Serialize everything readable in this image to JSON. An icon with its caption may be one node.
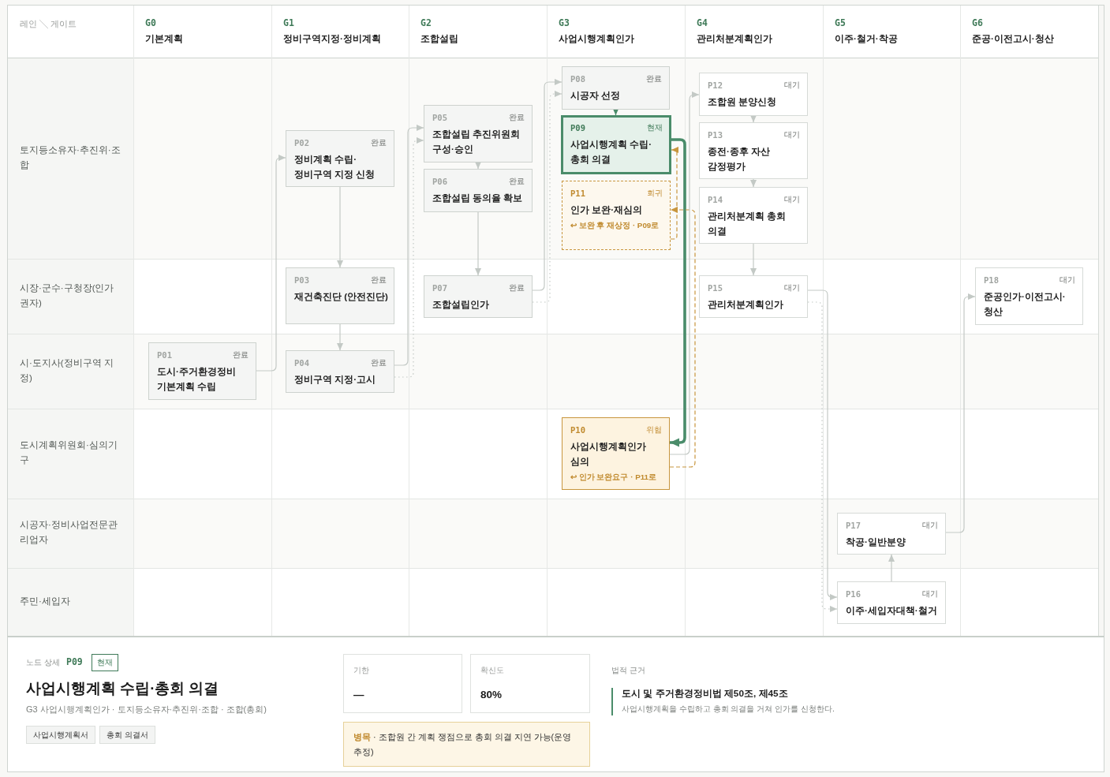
{
  "diagram": {
    "nodes": [
      {
        "text": [
          "P01",
          "완료",
          "도시·주거환경정비 기본계획 수립"
        ]
      },
      {
        "text": [
          "P02",
          "완료",
          "정비계획 수립·정비구역 지정 신청"
        ]
      },
      {
        "text": [
          "P03",
          "완료",
          "재건축진단 (안전진단)"
        ]
      },
      {
        "text": [
          "P04",
          "완료",
          "정비구역 지정·고시"
        ]
      },
      {
        "text": [
          "P05",
          "완료",
          "조합설립 추진위원회 구성·승인"
        ]
      },
      {
        "text": [
          "P06",
          "완료",
          "조합설립 동의율 확보"
        ]
      },
      {
        "text": [
          "P07",
          "완료",
          "조합설립인가"
        ]
      },
      {
        "text": [
          "P08",
          "완료",
          "시공자 선정"
        ]
      },
      {
        "text": [
          "P09",
          "현재",
          "사업시행계획 수립·총회 의결"
        ]
      },
      {
        "text": [
          "P10",
          "위험",
          "사업시행계획인가 심의",
          "↩ 인가 보완요구 · P11로"
        ]
      },
      {
        "text": [
          "P11",
          "회귀",
          "인가 보완·재심의",
          "↩ 보완 후 재상정 · P09로"
        ]
      },
      {
        "text": [
          "P12",
          "대기",
          "조합원 분양신청"
        ]
      },
      {
        "text": [
          "P13",
          "대기",
          "종전·종후 자산 감정평가"
        ]
      },
      {
        "text": [
          "P14",
          "대기",
          "관리처분계획 총회 의결"
        ]
      },
      {
        "text": [
          "P15",
          "대기",
          "관리처분계획인가"
        ]
      },
      {
        "text": [
          "P16",
          "대기",
          "이주·세입자대책·철거"
        ]
      },
      {
        "text": [
          "P17",
          "대기",
          "착공·일반분양"
        ]
      },
      {
        "text": [
          "P18",
          "대기",
          "준공인가·이전고시·청산"
        ]
      }
    ],
    "edges": [
      {
        "from": 0,
        "to": 1,
        "arrow": "to"
      },
      {
        "from": 1,
        "to": 2,
        "arrow": "to"
      },
      {
        "from": 2,
        "to": 3,
        "arrow": "to"
      },
      {
        "from": 3,
        "to": 4,
        "arrow": "to"
      },
      {
        "from": 3,
        "to": 4,
        "arrow": "to",
        "style": "dashed"
      },
      {
        "from": 4,
        "to": 5,
        "arrow": "to"
      },
      {
        "from": 5,
        "to": 6,
        "arrow": "to"
      },
      {
        "from": 6,
        "to": 7,
        "arrow": "to"
      },
      {
        "from": 6,
        "to": 7,
        "arrow": "to",
        "style": "dashed"
      },
      {
        "from": 7,
        "to": 8,
        "arrow": "to",
        "color": "#4a8c6a"
      },
      {
        "from": 8,
        "to": 9,
        "arrow": "to",
        "style": "thick",
        "color": "#4a8c6a"
      },
      {
        "from": 9,
        "to": 10,
        "arrow": "to",
        "style": "dashed",
        "color": "#c8963e"
      },
      {
        "from": 10,
        "to": 8,
        "arrow": "to",
        "style": "dashed",
        "color": "#c8963e"
      },
      {
        "from": 9,
        "to": 11,
        "arrow": "to"
      },
      {
        "from": 11,
        "to": 12,
        "arrow": "to"
      },
      {
        "from": 12,
        "to": 13,
        "arrow": "to"
      },
      {
        "from": 13,
        "to": 14,
        "arrow": "to"
      },
      {
        "from": 14,
        "to": 15,
        "arrow": "to"
      },
      {
        "from": 14,
        "to": 15,
        "arrow": "to",
        "style": "dashed"
      },
      {
        "from": 15,
        "to": 16,
        "arrow": "to"
      },
      {
        "from": 16,
        "to": 17,
        "arrow": "to"
      }
    ],
    "labels": [
      "레인 ╲ 게이트",
      "G0",
      "기본계획",
      "G1",
      "정비구역지정·정비계획",
      "G2",
      "조합설립",
      "G3",
      "사업시행계획인가",
      "G4",
      "관리처분계획인가",
      "G5",
      "이주·철거·착공",
      "G6",
      "준공·이전고시·청산",
      "토지등소유자·추진위·조합",
      "시장·군수·구청장(인가권자)",
      "시·도지사(정비구역 지정)",
      "도시계획위원회·심의기구",
      "시공자·정비사업전문관리업자",
      "주민·세입자",
      "노드 상세",
      "P09",
      "현재",
      "사업시행계획 수립·총회 의결",
      "G3 사업시행계획인가 · 토지등소유자·추진위·조합 · 조합(총회)",
      "사업시행계획서",
      "총회 의결서",
      "기한",
      "—",
      "확신도",
      "80%",
      "**병목** · 조합원 간 계획 쟁점으로 총회 의결 지연 가능(운영 추정)",
      "법적 근거",
      "도시 및 주거환경정비법 제50조, 제45조",
      "사업시행계획을 수립하고 총회 의결을 거쳐 인가를 신청한다."
    ]
  }
}
